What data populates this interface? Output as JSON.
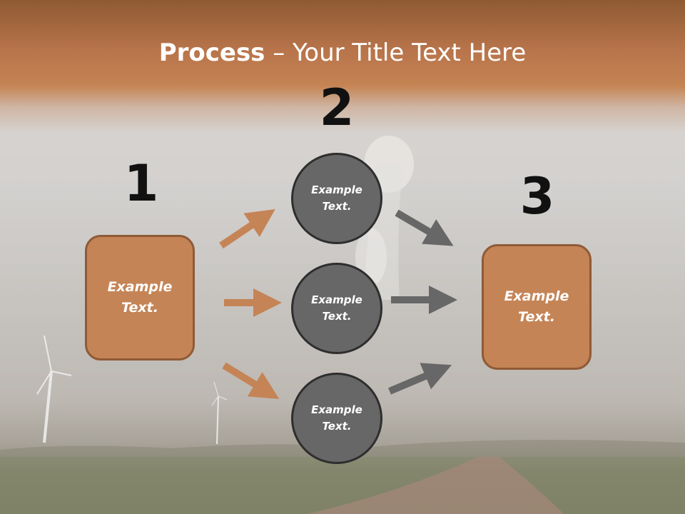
{
  "title": {
    "bold": "Process",
    "rest": " – Your Title Text Here"
  },
  "steps": [
    {
      "number": "1",
      "label": "Example\nText."
    },
    {
      "number": "2",
      "labels": [
        "Example\nText.",
        "Example\nText.",
        "Example\nText."
      ]
    },
    {
      "number": "3",
      "label": "Example\nText."
    }
  ],
  "colors": {
    "orange": "#c58456",
    "gray": "#676767",
    "header": "#b8744a"
  }
}
